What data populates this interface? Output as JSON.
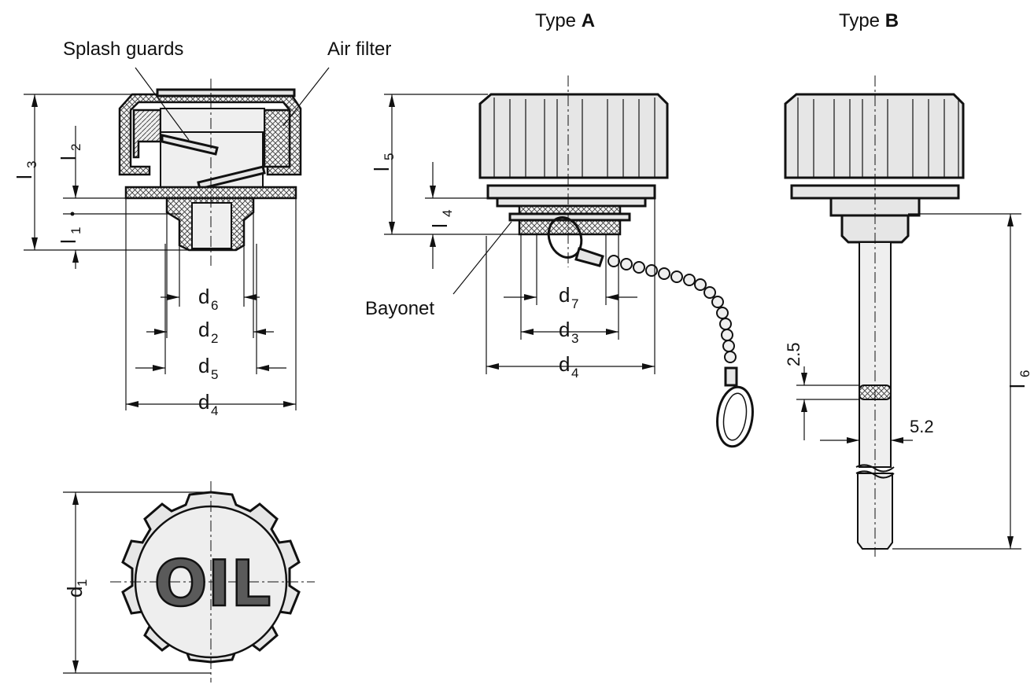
{
  "views": {
    "section": {
      "callouts": {
        "splash_guards": "Splash guards",
        "air_filter": "Air filter"
      },
      "dims": {
        "l1": {
          "main": "l",
          "sub": "1"
        },
        "l2": {
          "main": "l",
          "sub": "2"
        },
        "l3": {
          "main": "l",
          "sub": "3"
        },
        "d6": {
          "main": "d",
          "sub": "6"
        },
        "d2": {
          "main": "d",
          "sub": "2"
        },
        "d5": {
          "main": "d",
          "sub": "5"
        },
        "d4": {
          "main": "d",
          "sub": "4"
        }
      }
    },
    "type_a": {
      "title_prefix": "Type ",
      "title_letter": "A",
      "callouts": {
        "bayonet": "Bayonet"
      },
      "dims": {
        "l4": {
          "main": "l",
          "sub": "4"
        },
        "l5": {
          "main": "l",
          "sub": "5"
        },
        "d7": {
          "main": "d",
          "sub": "7"
        },
        "d3": {
          "main": "d",
          "sub": "3"
        },
        "d4": {
          "main": "d",
          "sub": "4"
        }
      }
    },
    "type_b": {
      "title_prefix": "Type ",
      "title_letter": "B",
      "dims": {
        "l6": {
          "main": "l",
          "sub": "6"
        },
        "v25": "2.5",
        "v52": "5.2"
      }
    },
    "top": {
      "cap_text": "OIL",
      "dims": {
        "d1": {
          "main": "d",
          "sub": "1"
        }
      }
    }
  },
  "colors": {
    "line": "#111111",
    "fill": "#e6e6e6",
    "text_fill": "#5a5a5a"
  }
}
